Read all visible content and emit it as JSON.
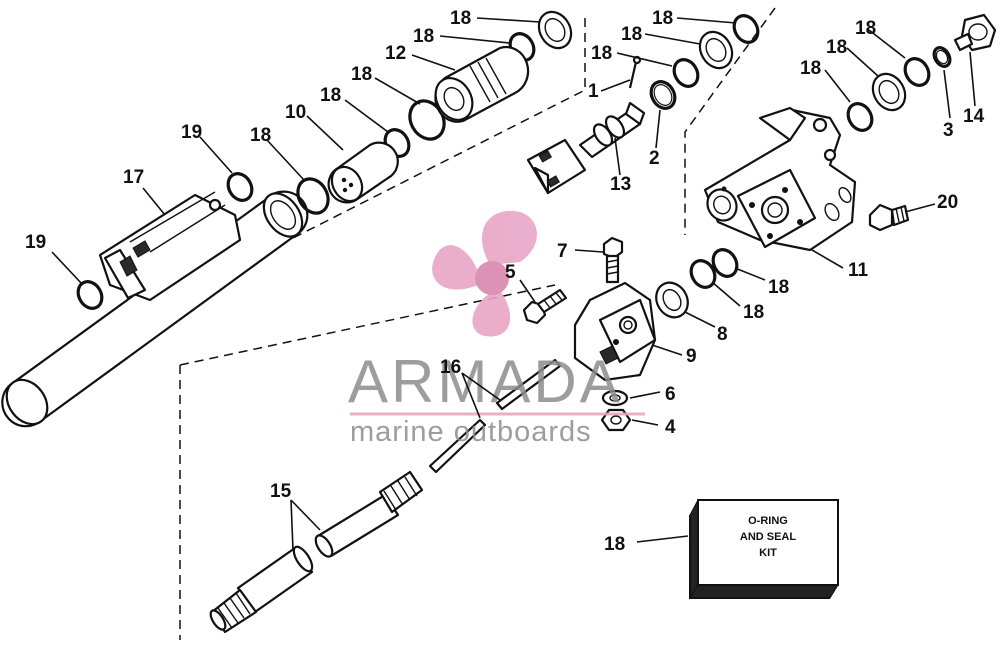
{
  "diagram": {
    "callouts": [
      "1",
      "2",
      "3",
      "4",
      "5",
      "6",
      "7",
      "8",
      "9",
      "10",
      "11",
      "12",
      "13",
      "14",
      "15",
      "16",
      "17",
      "18",
      "19",
      "20"
    ],
    "kit_label": [
      "O-RING",
      "AND SEAL",
      "KIT"
    ]
  },
  "watermark": {
    "brand": "ARMADA",
    "tagline": "marine outboards",
    "colors": {
      "logo": "#e8a6c6",
      "text": "#8c8c8c"
    }
  }
}
